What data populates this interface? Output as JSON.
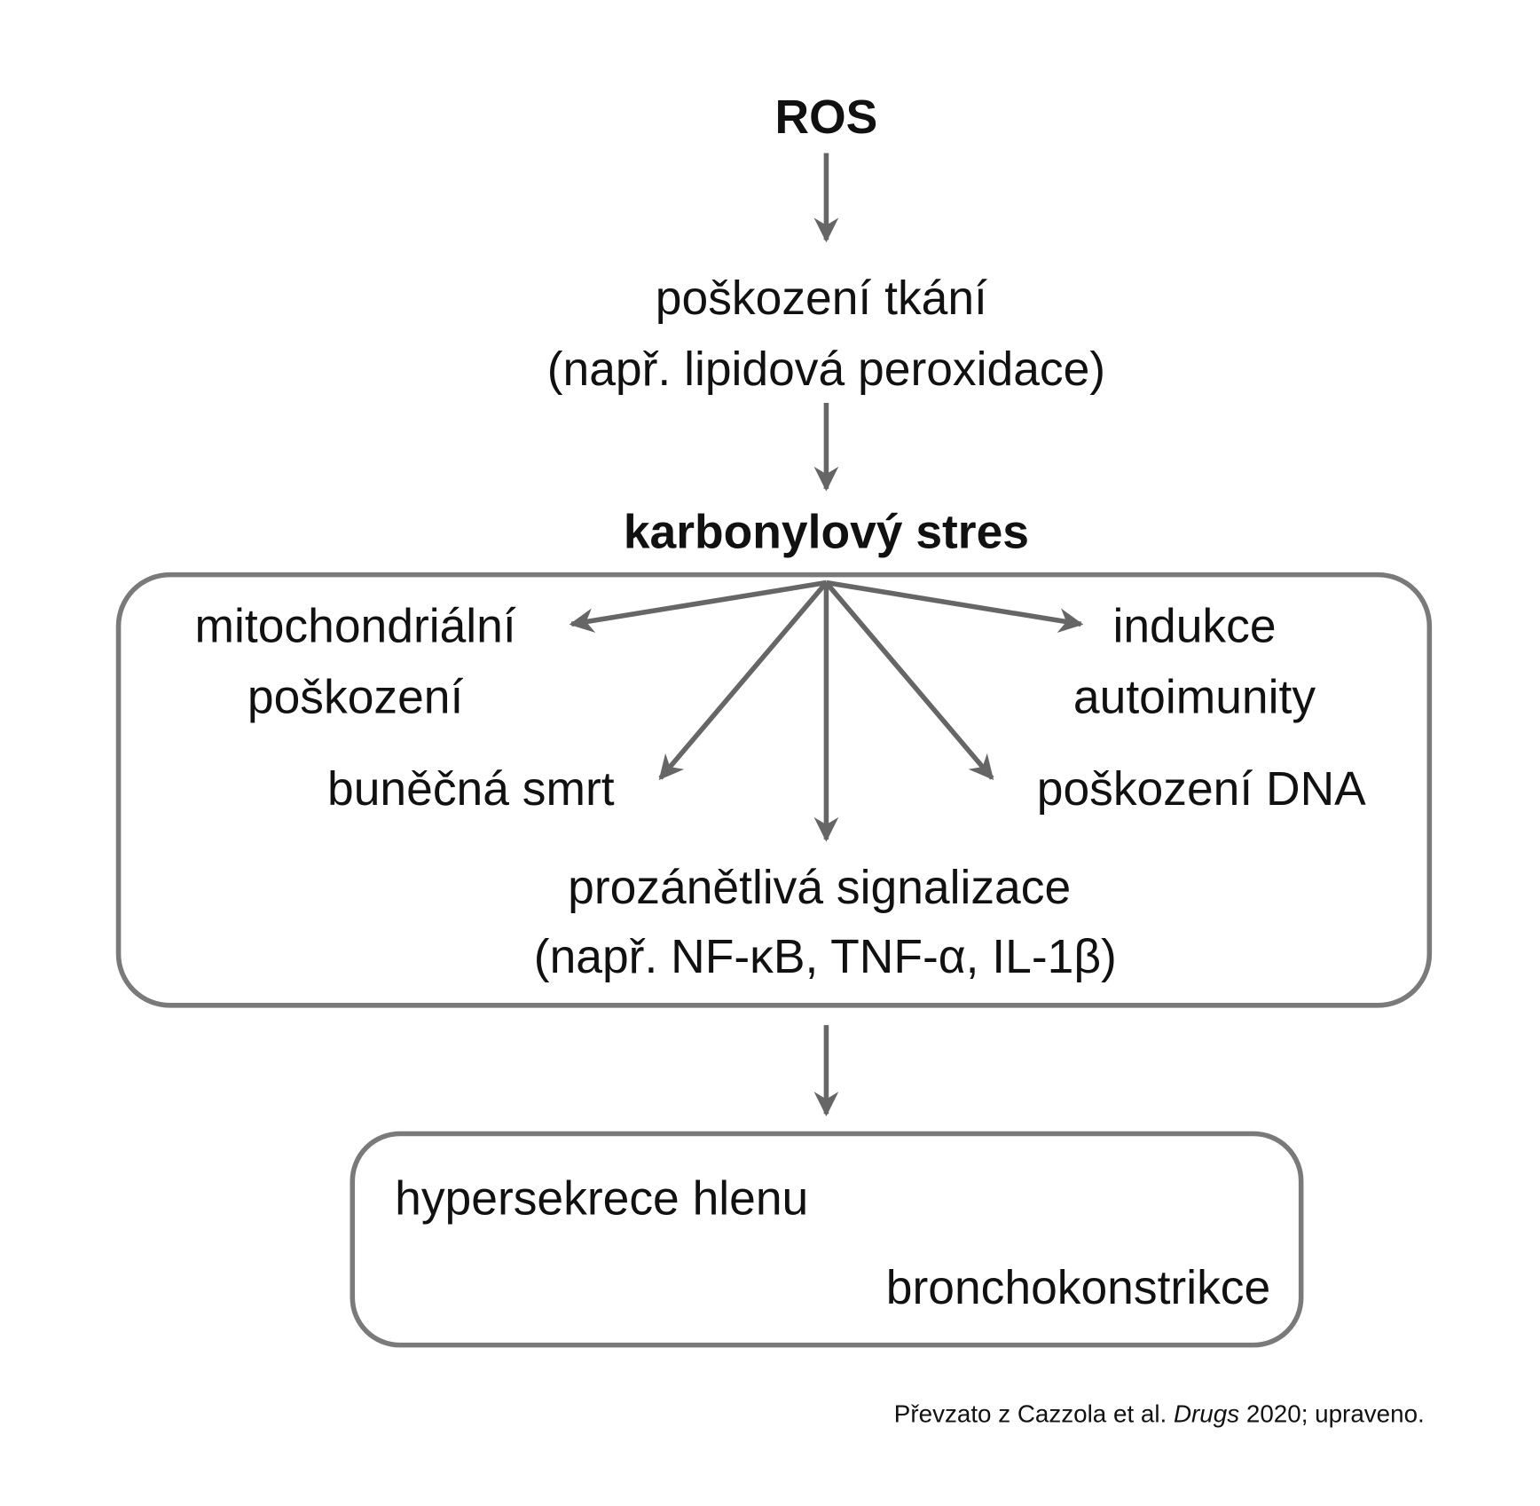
{
  "nodes": {
    "ros": "ROS",
    "tissue_damage": [
      "poškození tkání",
      "(např. lipidová peroxidace)"
    ],
    "carbonyl_stress": "karbonylový stres",
    "mito_damage": [
      "mitochondriální",
      "poškození"
    ],
    "autoimmunity": [
      "indukce",
      "autoimunity"
    ],
    "cell_death": "buněčná smrt",
    "dna_damage": "poškození DNA",
    "proinflammatory": [
      "prozánětlivá signalizace",
      "(např. NF-κB, TNF-α, IL-1β)"
    ],
    "hypersecretion": "hypersekrece hlenu",
    "bronchoconstriction": "bronchokonstrikce"
  },
  "citation": {
    "prefix": "Převzato z Cazzola et al. ",
    "journal": "Drugs",
    "suffix": " 2020; upraveno."
  },
  "colors": {
    "stroke": "#7a7a7a",
    "arrow": "#666666",
    "text": "#111111"
  }
}
